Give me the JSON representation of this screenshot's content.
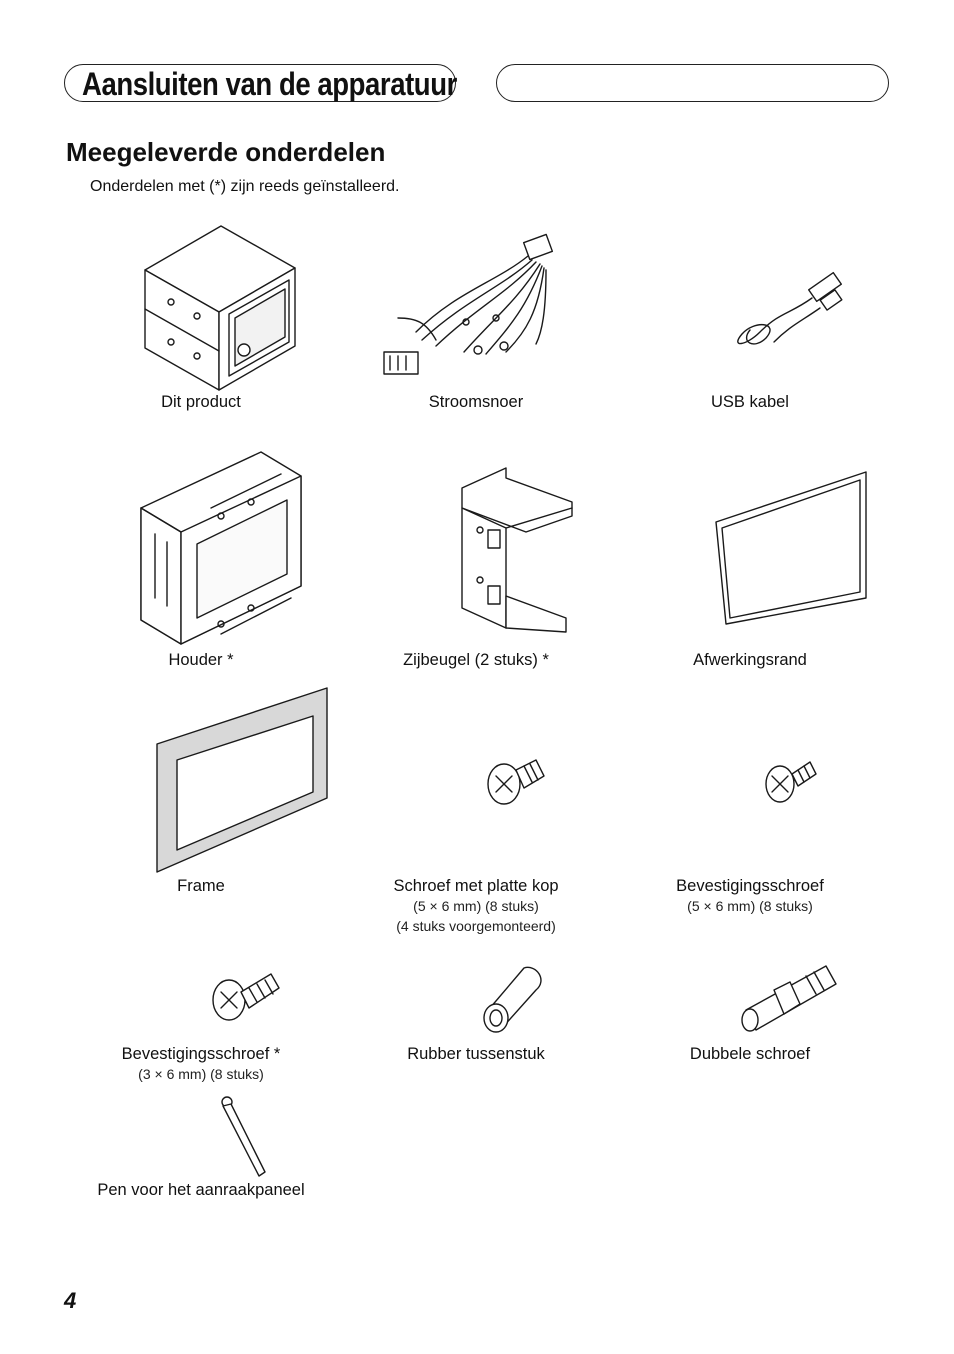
{
  "header": {
    "title": "Aansluiten van de apparatuur"
  },
  "section": {
    "title": "Meegeleverde onderdelen",
    "intro": "Onderdelen met (*) zijn reeds geïnstalleerd."
  },
  "parts": [
    {
      "label": "Dit product",
      "icon": "head-unit-icon"
    },
    {
      "label": "Stroomsnoer",
      "icon": "power-cord-icon"
    },
    {
      "label": "USB kabel",
      "icon": "usb-cable-icon"
    },
    {
      "label": "Houder *",
      "icon": "holder-cage-icon"
    },
    {
      "label": "Zijbeugel (2 stuks) *",
      "icon": "side-bracket-icon"
    },
    {
      "label": "Afwerkingsrand",
      "icon": "trim-ring-icon"
    },
    {
      "label": "Frame",
      "icon": "frame-icon"
    },
    {
      "label": "Schroef met platte kop",
      "sub1": "(5 × 6 mm) (8 stuks)",
      "sub2": "(4 stuks voorgemonteerd)",
      "icon": "flat-head-screw-icon"
    },
    {
      "label": "Bevestigingsschroef",
      "sub1": "(5 × 6 mm) (8 stuks)",
      "icon": "fixing-screw-icon"
    },
    {
      "label": "Bevestigingsschroef *",
      "sub1": "(3 × 6 mm) (8 stuks)",
      "icon": "fixing-screw-small-icon"
    },
    {
      "label": "Rubber tussenstuk",
      "icon": "rubber-bush-icon"
    },
    {
      "label": "Dubbele schroef",
      "icon": "double-screw-icon"
    },
    {
      "label": "Pen voor het aanraakpaneel",
      "icon": "stylus-icon"
    }
  ],
  "page": {
    "number": "4"
  }
}
